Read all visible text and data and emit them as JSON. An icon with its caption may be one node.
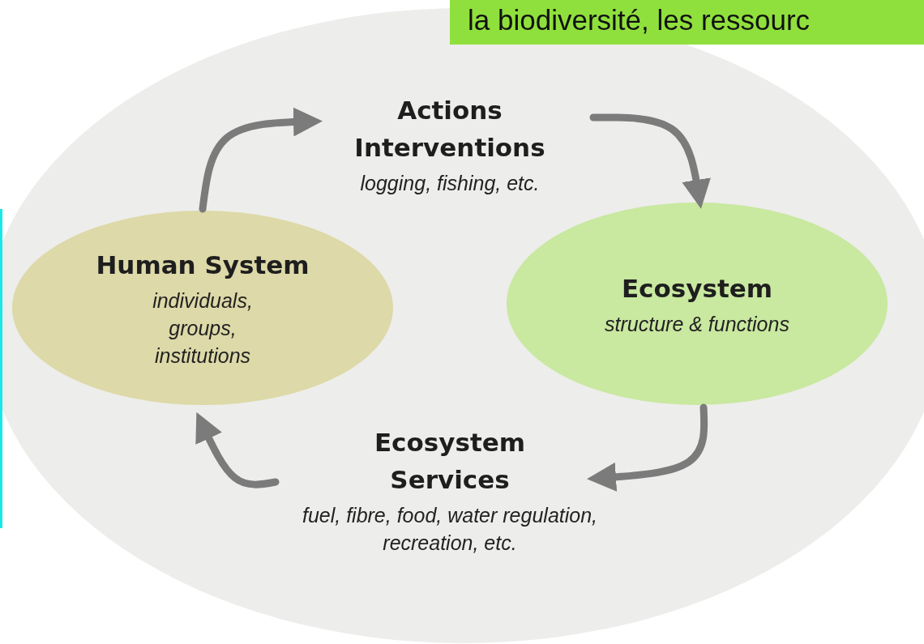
{
  "diagram": {
    "nodes": [
      {
        "text": [
          "Actions Interventions",
          "logging, fishing, etc."
        ]
      },
      {
        "text": [
          "Ecosystem",
          "structure & functions"
        ]
      },
      {
        "text": [
          "Ecosystem Services",
          "fuel, fibre, food, water regulation, recreation, etc."
        ]
      },
      {
        "text": [
          "Human System",
          "individuals, groups, institutions"
        ]
      }
    ],
    "edges": [
      {
        "from": 3,
        "to": 0,
        "arrow": "to"
      },
      {
        "from": 0,
        "to": 1,
        "arrow": "to"
      },
      {
        "from": 1,
        "to": 2,
        "arrow": "to"
      },
      {
        "from": 2,
        "to": 3,
        "arrow": "to"
      }
    ],
    "labels": [
      "la biodiversité, les ressourc"
    ]
  }
}
